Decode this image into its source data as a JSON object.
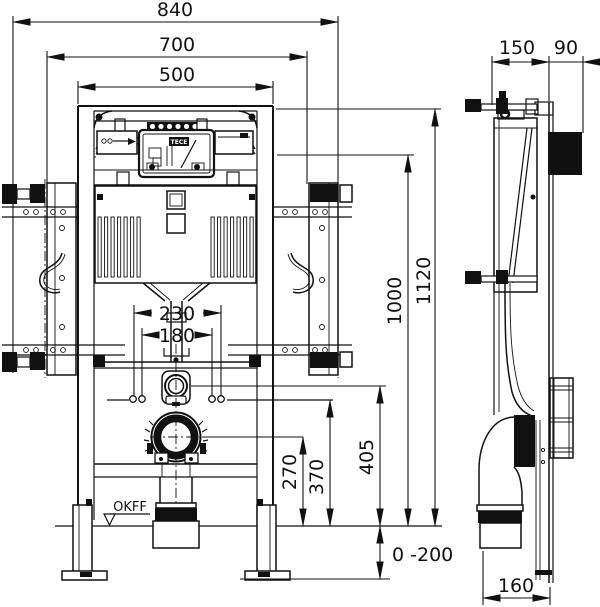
{
  "drawing": {
    "background": "#ffffff",
    "ink": "#111111",
    "type": "installation-dimension-drawing"
  },
  "front_view": {
    "dims": {
      "w840": "840",
      "w700": "700",
      "w500": "500",
      "w230": "230",
      "w180": "180",
      "h1120": "1120",
      "h1000": "1000",
      "h405": "405",
      "h370": "370",
      "h270": "270",
      "foot_range": "0 -200"
    },
    "floor_label": "OKFF",
    "logo": "TECE"
  },
  "side_view": {
    "dims": {
      "d150": "150",
      "d90": "90",
      "w160": "160"
    }
  }
}
